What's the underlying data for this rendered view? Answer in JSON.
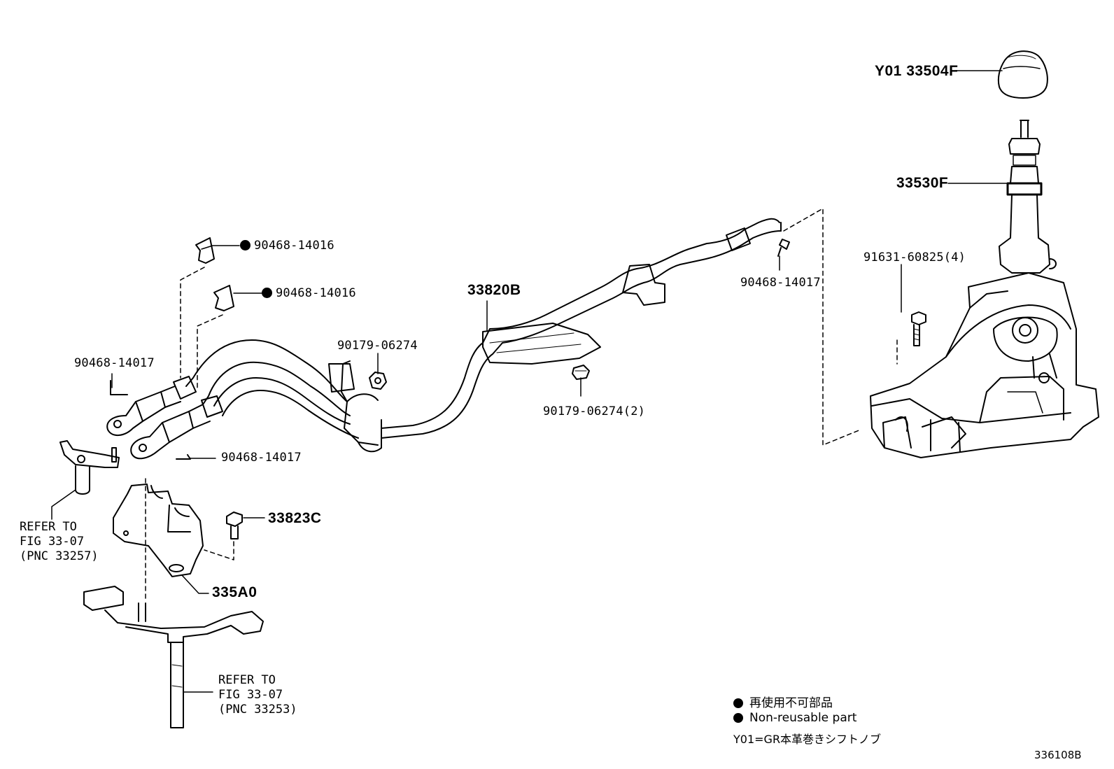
{
  "callouts": {
    "knob": "Y01 33504F",
    "lever": "33530F",
    "bolt_main": "91631-60825(4)",
    "clip_top_1": "90468-14016",
    "clip_top_2": "90468-14016",
    "pin_right": "90468-14017",
    "cable": "33820B",
    "nut_a": "90179-06274",
    "nut_b": "90179-06274(2)",
    "pin_left": "90468-14017",
    "pin_lower": "90468-14017",
    "bolt_small": "33823C",
    "bracket": "335A0"
  },
  "references": {
    "ref_upper": "REFER TO\nFIG 33-07\n(PNC 33257)",
    "ref_lower": "REFER TO\nFIG 33-07\n(PNC 33253)"
  },
  "legend": {
    "jp": "再使用不可部品",
    "en": "Non-reusable part",
    "note": "Y01=GR本革巻きシフトノブ"
  },
  "figure_code": "336108B",
  "non_reusable_symbol": "filled-circle-icon"
}
